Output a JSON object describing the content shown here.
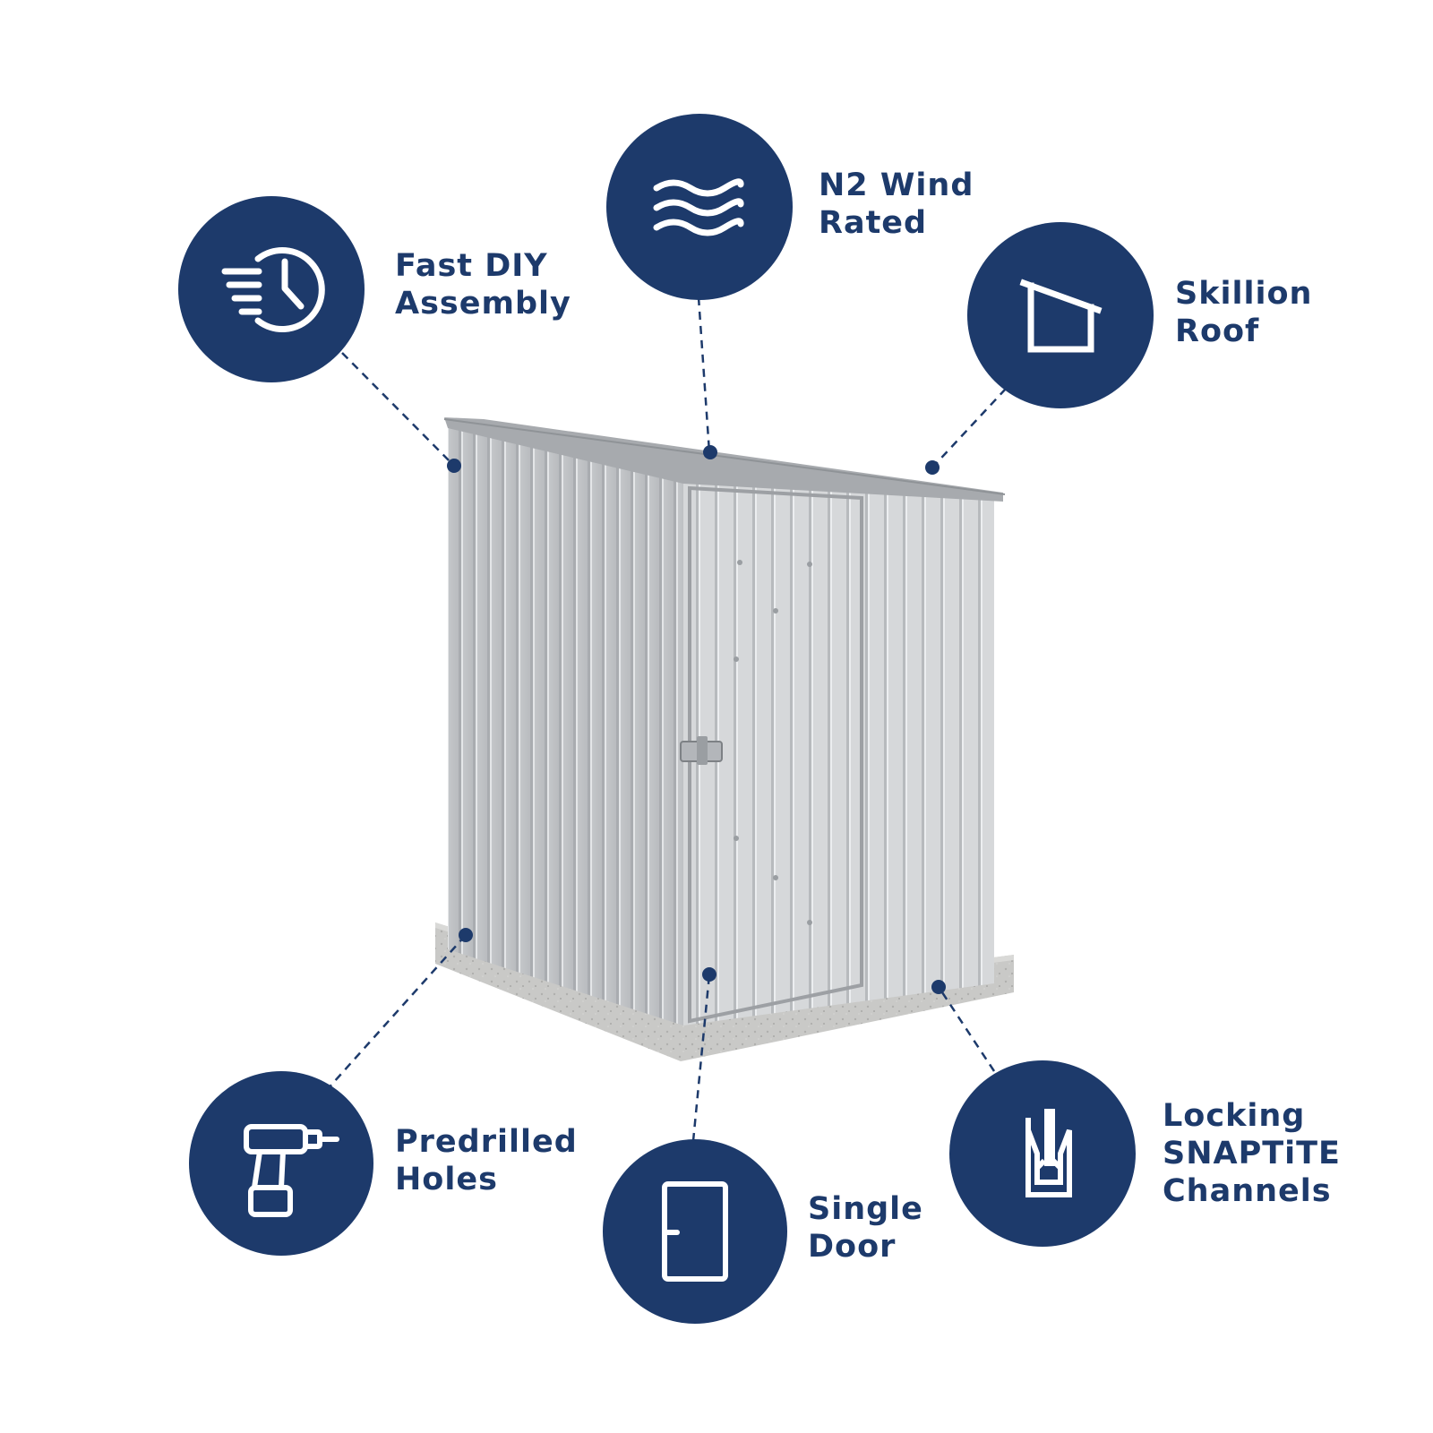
{
  "colors": {
    "brand": "#1d3a6b",
    "background": "#ffffff",
    "shed_metal": "#d4d6d8",
    "slab": "#c8c8c6"
  },
  "features": [
    {
      "id": "fast-diy-assembly",
      "icon": "fast-clock-icon",
      "lines": [
        "Fast DIY",
        "Assembly"
      ]
    },
    {
      "id": "n2-wind-rated",
      "icon": "wind-waves-icon",
      "lines": [
        "N2 Wind",
        "Rated"
      ]
    },
    {
      "id": "skillion-roof",
      "icon": "skillion-roof-icon",
      "lines": [
        "Skillion",
        "Roof"
      ]
    },
    {
      "id": "predrilled-holes",
      "icon": "drill-icon",
      "lines": [
        "Predrilled",
        "Holes"
      ]
    },
    {
      "id": "single-door",
      "icon": "door-icon",
      "lines": [
        "Single",
        "Door"
      ]
    },
    {
      "id": "locking-snaptite-channels",
      "icon": "snaptite-channel-icon",
      "lines": [
        "Locking",
        "SNAPTiTE",
        "Channels"
      ]
    }
  ]
}
